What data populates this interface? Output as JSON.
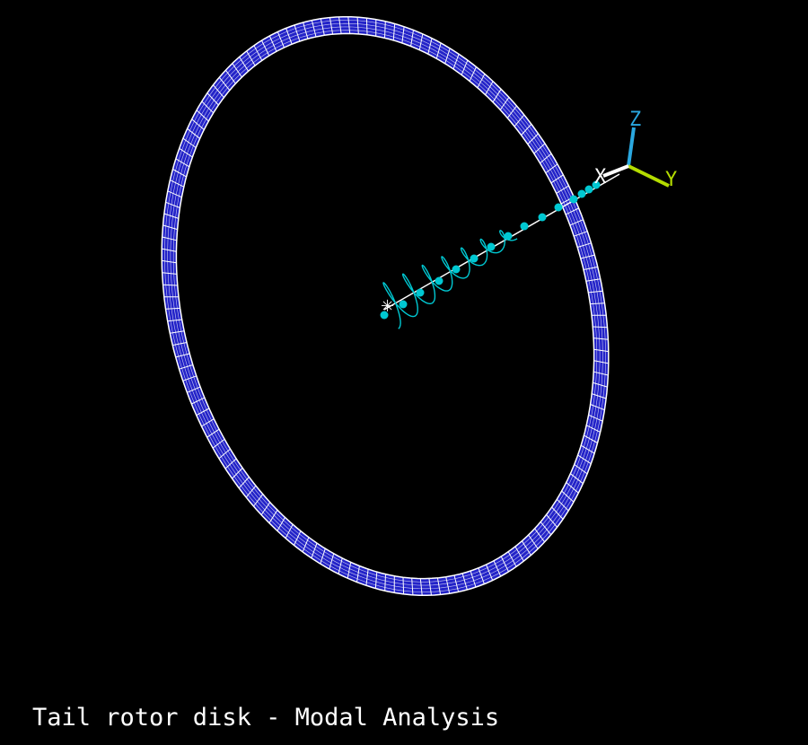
{
  "viewport": {
    "background": "#000000",
    "caption": "Tail rotor disk - Modal Analysis"
  },
  "model": {
    "disk_ring": {
      "fill_color": "#2323c8",
      "mesh_color": "#ffffff"
    },
    "shaft": {
      "line_color": "#ffffff",
      "node_color": "#00c8d2",
      "spring_color": "#00c8d2"
    }
  },
  "triad": {
    "labels": {
      "z": "Z",
      "y": "Y",
      "x": "X"
    },
    "colors": {
      "z": "#2aa8e0",
      "y": "#b4dc00",
      "x": "#ffffff"
    }
  }
}
